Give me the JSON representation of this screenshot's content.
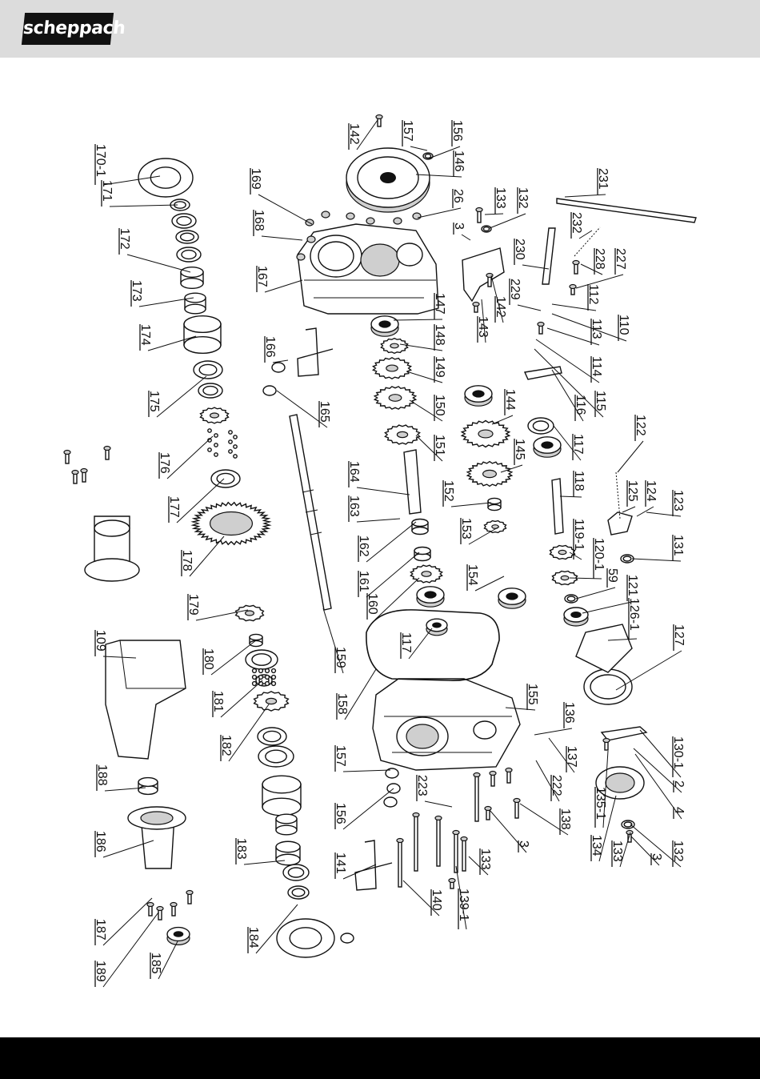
{
  "header": {
    "logo_text": "scheppach"
  },
  "diagram": {
    "callouts": [
      {
        "id": "c170",
        "text": "170-1"
      },
      {
        "id": "c171",
        "text": "171"
      },
      {
        "id": "c172",
        "text": "172"
      },
      {
        "id": "c173",
        "text": "173"
      },
      {
        "id": "c174",
        "text": "174"
      },
      {
        "id": "c175",
        "text": "175"
      },
      {
        "id": "c176",
        "text": "176"
      },
      {
        "id": "c177",
        "text": "177"
      },
      {
        "id": "c178",
        "text": "178"
      },
      {
        "id": "c179",
        "text": "179"
      },
      {
        "id": "c180",
        "text": "180"
      },
      {
        "id": "c181",
        "text": "181"
      },
      {
        "id": "c182",
        "text": "182"
      },
      {
        "id": "c183",
        "text": "183"
      },
      {
        "id": "c184",
        "text": "184"
      },
      {
        "id": "c109",
        "text": "109"
      },
      {
        "id": "c188",
        "text": "188"
      },
      {
        "id": "c186",
        "text": "186"
      },
      {
        "id": "c187",
        "text": "187"
      },
      {
        "id": "c189",
        "text": "189"
      },
      {
        "id": "c185",
        "text": "185"
      },
      {
        "id": "c169",
        "text": "169"
      },
      {
        "id": "c168",
        "text": "168"
      },
      {
        "id": "c167",
        "text": "167"
      },
      {
        "id": "c166",
        "text": "166"
      },
      {
        "id": "c165",
        "text": "165"
      },
      {
        "id": "c164",
        "text": "164"
      },
      {
        "id": "c163",
        "text": "163"
      },
      {
        "id": "c162",
        "text": "162"
      },
      {
        "id": "c161",
        "text": "161"
      },
      {
        "id": "c160",
        "text": "160"
      },
      {
        "id": "c159",
        "text": "159"
      },
      {
        "id": "c158",
        "text": "158"
      },
      {
        "id": "c157b",
        "text": "157"
      },
      {
        "id": "c156b",
        "text": "156"
      },
      {
        "id": "c141",
        "text": "141"
      },
      {
        "id": "c140",
        "text": "140"
      },
      {
        "id": "c139",
        "text": "139-1"
      },
      {
        "id": "c223",
        "text": "223"
      },
      {
        "id": "c142a",
        "text": "142"
      },
      {
        "id": "c157a",
        "text": "157"
      },
      {
        "id": "c156a",
        "text": "156"
      },
      {
        "id": "c146",
        "text": "146"
      },
      {
        "id": "c26",
        "text": "26"
      },
      {
        "id": "c133a",
        "text": "133"
      },
      {
        "id": "c132a",
        "text": "132"
      },
      {
        "id": "c3a",
        "text": "3"
      },
      {
        "id": "c142b",
        "text": "142"
      },
      {
        "id": "c143",
        "text": "143"
      },
      {
        "id": "c147",
        "text": "147"
      },
      {
        "id": "c148",
        "text": "148"
      },
      {
        "id": "c149",
        "text": "149"
      },
      {
        "id": "c150",
        "text": "150"
      },
      {
        "id": "c151",
        "text": "151"
      },
      {
        "id": "c144",
        "text": "144"
      },
      {
        "id": "c145",
        "text": "145"
      },
      {
        "id": "c152",
        "text": "152"
      },
      {
        "id": "c153",
        "text": "153"
      },
      {
        "id": "c154",
        "text": "154"
      },
      {
        "id": "c117a",
        "text": "117"
      },
      {
        "id": "c155",
        "text": "155"
      },
      {
        "id": "c133b",
        "text": "133"
      },
      {
        "id": "c3b",
        "text": "3"
      },
      {
        "id": "c138",
        "text": "138"
      },
      {
        "id": "c222",
        "text": "222"
      },
      {
        "id": "c137",
        "text": "137"
      },
      {
        "id": "c136",
        "text": "136"
      },
      {
        "id": "c231",
        "text": "231"
      },
      {
        "id": "c232",
        "text": "232"
      },
      {
        "id": "c230",
        "text": "230"
      },
      {
        "id": "c228",
        "text": "228"
      },
      {
        "id": "c227",
        "text": "227"
      },
      {
        "id": "c229",
        "text": "229"
      },
      {
        "id": "c112",
        "text": "112"
      },
      {
        "id": "c110",
        "text": "110"
      },
      {
        "id": "c113",
        "text": "113"
      },
      {
        "id": "c114",
        "text": "114"
      },
      {
        "id": "c115",
        "text": "115"
      },
      {
        "id": "c116",
        "text": "116"
      },
      {
        "id": "c117b",
        "text": "117"
      },
      {
        "id": "c122",
        "text": "122"
      },
      {
        "id": "c118",
        "text": "118"
      },
      {
        "id": "c125",
        "text": "125"
      },
      {
        "id": "c124",
        "text": "124"
      },
      {
        "id": "c123",
        "text": "123"
      },
      {
        "id": "c119",
        "text": "119-1"
      },
      {
        "id": "c120",
        "text": "120-1"
      },
      {
        "id": "c131",
        "text": "131"
      },
      {
        "id": "c59",
        "text": "59"
      },
      {
        "id": "c121",
        "text": "121"
      },
      {
        "id": "c126",
        "text": "126-1"
      },
      {
        "id": "c127",
        "text": "127"
      },
      {
        "id": "c130",
        "text": "130-1"
      },
      {
        "id": "c135",
        "text": "135-1"
      },
      {
        "id": "c2",
        "text": "2"
      },
      {
        "id": "c4",
        "text": "4"
      },
      {
        "id": "c134",
        "text": "134"
      },
      {
        "id": "c133c",
        "text": "133"
      },
      {
        "id": "c3c",
        "text": "3"
      },
      {
        "id": "c132b",
        "text": "132"
      }
    ]
  }
}
